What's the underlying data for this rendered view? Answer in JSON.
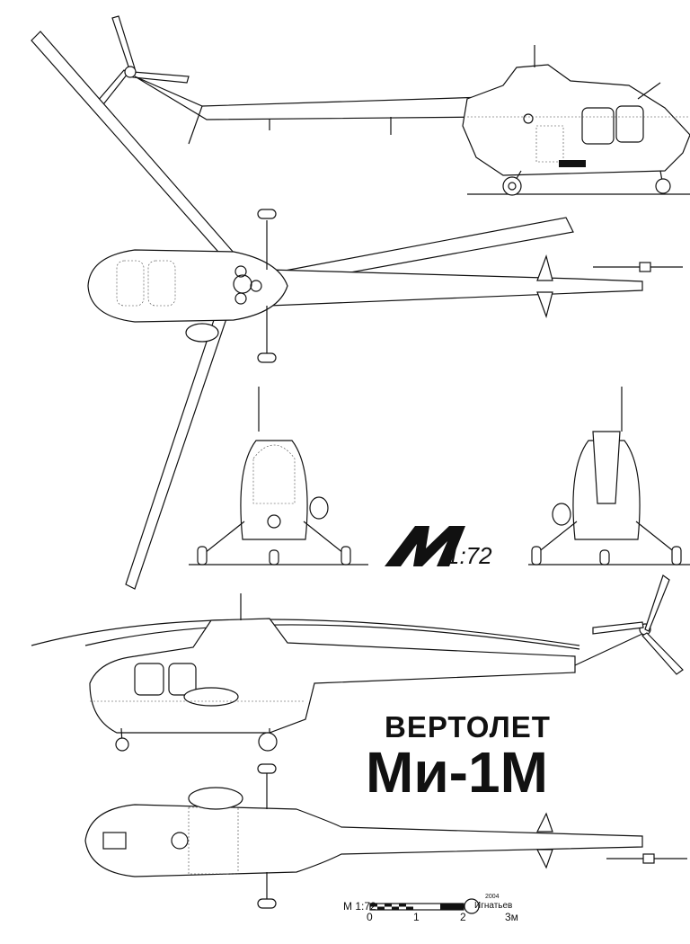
{
  "title": {
    "type": "ВЕРТОЛЕТ",
    "model": "Ми-1М"
  },
  "logo": {
    "letter": "M",
    "scale": "1:72"
  },
  "scale_bar": {
    "label": "M 1:72",
    "ticks": [
      "0",
      "1",
      "2",
      "3м"
    ]
  },
  "signature": {
    "name": "Игнатьев",
    "year": "2004"
  }
}
